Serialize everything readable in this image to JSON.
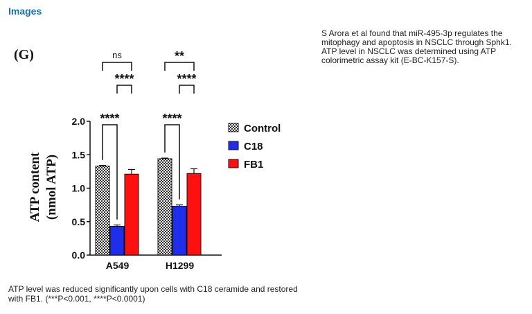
{
  "page": {
    "heading": "Images",
    "description": "S Arora et al found that miR-495-3p regulates the mitophagy and apoptosis in NSCLC through Sphk1. ATP level in NSCLC was determined using ATP colorimetric assay kit (E-BC-K157-S).",
    "caption": "ATP level was reduced significantly upon cells with C18 ceramide and restored with FB1. (***P<0.001, ****P<0.0001)"
  },
  "chart_data": {
    "type": "bar",
    "panel_label": "(G)",
    "ylabel": "ATP content (nmol ATP)",
    "ylabel_line1": "ATP content",
    "ylabel_line2": "(nmol ATP)",
    "xlabel": "",
    "ylim": [
      0,
      2.0
    ],
    "yticks": [
      "0.0",
      "0.5",
      "1.0",
      "1.5",
      "2.0"
    ],
    "categories": [
      "A549",
      "H1299"
    ],
    "legend_position": "right",
    "series": [
      {
        "name": "Control",
        "values": [
          1.33,
          1.44
        ],
        "errors": [
          0.01,
          0.01
        ],
        "color": "#cccccc",
        "pattern": "checkered"
      },
      {
        "name": "C18",
        "values": [
          0.43,
          0.73
        ],
        "errors": [
          0.02,
          0.02
        ],
        "color": "#1f2ee8",
        "pattern": "solid"
      },
      {
        "name": "FB1",
        "values": [
          1.21,
          1.22
        ],
        "errors": [
          0.07,
          0.07
        ],
        "color": "#ff1010",
        "pattern": "solid"
      }
    ],
    "significance": [
      {
        "category": "A549",
        "from": "Control",
        "to": "C18",
        "label": "****"
      },
      {
        "category": "A549",
        "from": "C18",
        "to": "FB1",
        "label": "****"
      },
      {
        "category": "A549",
        "from": "Control",
        "to": "FB1",
        "label": "ns"
      },
      {
        "category": "H1299",
        "from": "Control",
        "to": "C18",
        "label": "****"
      },
      {
        "category": "H1299",
        "from": "C18",
        "to": "FB1",
        "label": "****"
      },
      {
        "category": "H1299",
        "from": "Control",
        "to": "FB1",
        "label": "**"
      }
    ]
  }
}
